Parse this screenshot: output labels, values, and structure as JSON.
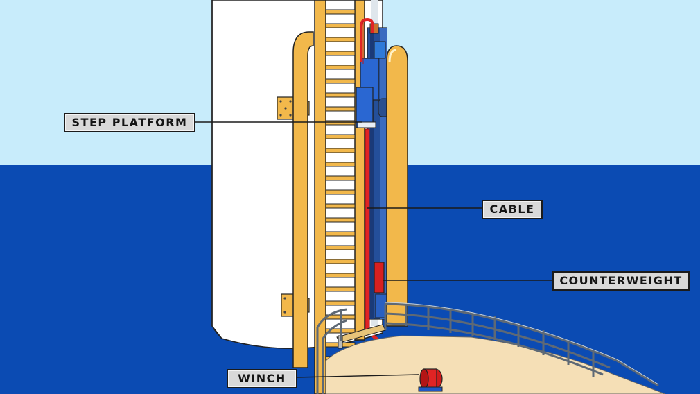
{
  "labels": {
    "step_platform": "STEP PLATFORM",
    "cable": "CABLE",
    "counterweight": "COUNTERWEIGHT",
    "winch": "WINCH"
  },
  "colors": {
    "sky": "#c8ecfb",
    "sea": "#0b4bb3",
    "tower": "#ffffff",
    "ladder": "#f2b84b",
    "lift_blue": "#1f57c4",
    "cable_red": "#e02424",
    "deck": "#f5dfb6",
    "railing": "#8d98a3",
    "callout_fill": "#d9d9d9"
  },
  "icons": [
    "winch-drum-icon",
    "bolted-flange-icon"
  ]
}
